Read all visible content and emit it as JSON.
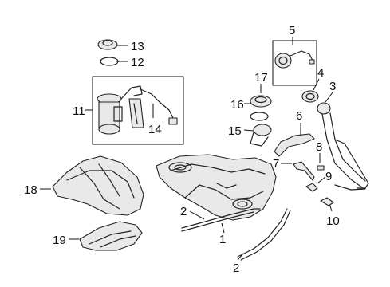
{
  "diagram": {
    "callouts": [
      "1",
      "2",
      "2",
      "3",
      "4",
      "5",
      "6",
      "7",
      "8",
      "9",
      "10",
      "11",
      "12",
      "13",
      "14",
      "15",
      "16",
      "17",
      "18",
      "19"
    ]
  }
}
